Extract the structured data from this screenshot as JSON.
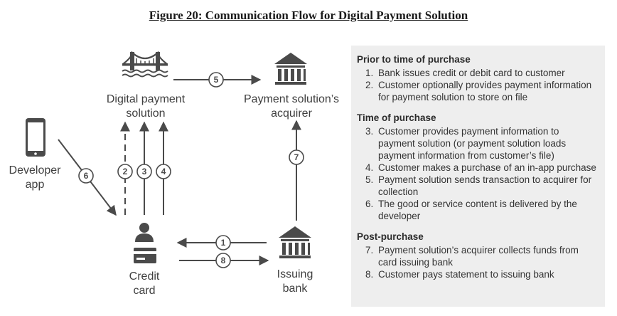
{
  "title": "Figure 20: Communication Flow for Digital Payment Solution",
  "nodes": {
    "digital_payment": [
      "Digital payment",
      "solution"
    ],
    "acquirer": [
      "Payment solution’s",
      "acquirer"
    ],
    "developer": [
      "Developer",
      "app"
    ],
    "credit_card": [
      "Credit",
      "card"
    ],
    "issuing_bank": [
      "Issuing",
      "bank"
    ]
  },
  "step_badges": [
    "1",
    "2",
    "3",
    "4",
    "5",
    "6",
    "7",
    "8"
  ],
  "icons": [
    "bridge-icon",
    "bank-icon",
    "smartphone-icon",
    "person-icon",
    "credit-card-icon"
  ],
  "colors": {
    "diagram": "#4a4a4a",
    "panel_bg": "#eeeeee"
  },
  "legend": {
    "prior": {
      "heading": "Prior to time of purchase",
      "items": [
        {
          "num": "1.",
          "text": "Bank issues credit or debit card to customer"
        },
        {
          "num": "2.",
          "text": "Customer optionally provides payment information for payment solution to store on file"
        }
      ]
    },
    "during": {
      "heading": "Time of purchase",
      "items": [
        {
          "num": "3.",
          "text": "Customer provides payment information to payment solution (or payment solution loads payment information from customer’s file)"
        },
        {
          "num": "4.",
          "text": "Customer makes a purchase of an in-app purchase"
        },
        {
          "num": "5.",
          "text": "Payment solution sends transaction to acquirer for collection"
        },
        {
          "num": "6.",
          "text": "The good or service content is delivered by the developer"
        }
      ]
    },
    "post": {
      "heading": "Post-purchase",
      "items": [
        {
          "num": "7.",
          "text": "Payment solution’s acquirer collects funds from card issuing bank"
        },
        {
          "num": "8.",
          "text": "Customer pays statement to issuing bank"
        }
      ]
    }
  }
}
